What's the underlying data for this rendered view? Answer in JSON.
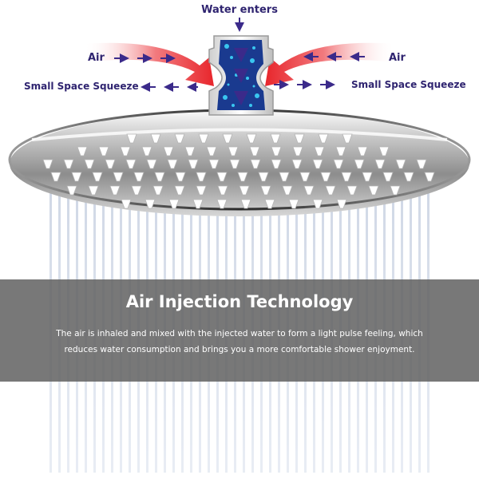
{
  "labels": {
    "water_enters": "Water enters",
    "air_left": "Air",
    "air_right": "Air",
    "squeeze_left": "Small Space Squeeze",
    "squeeze_right": "Small Space Squeeze"
  },
  "banner": {
    "title": "Air Injection Technology",
    "description": "The air is inhaled and mixed with the injected water to form a light pulse feeling, which reduces water consumption and brings you a more comfortable shower enjoyment."
  },
  "colors": {
    "label_text": "#2f2470",
    "air_arrow": "#e8262c",
    "connector_water": "#1a3a8f",
    "banner_bg": "#626262",
    "banner_text": "#ffffff"
  }
}
